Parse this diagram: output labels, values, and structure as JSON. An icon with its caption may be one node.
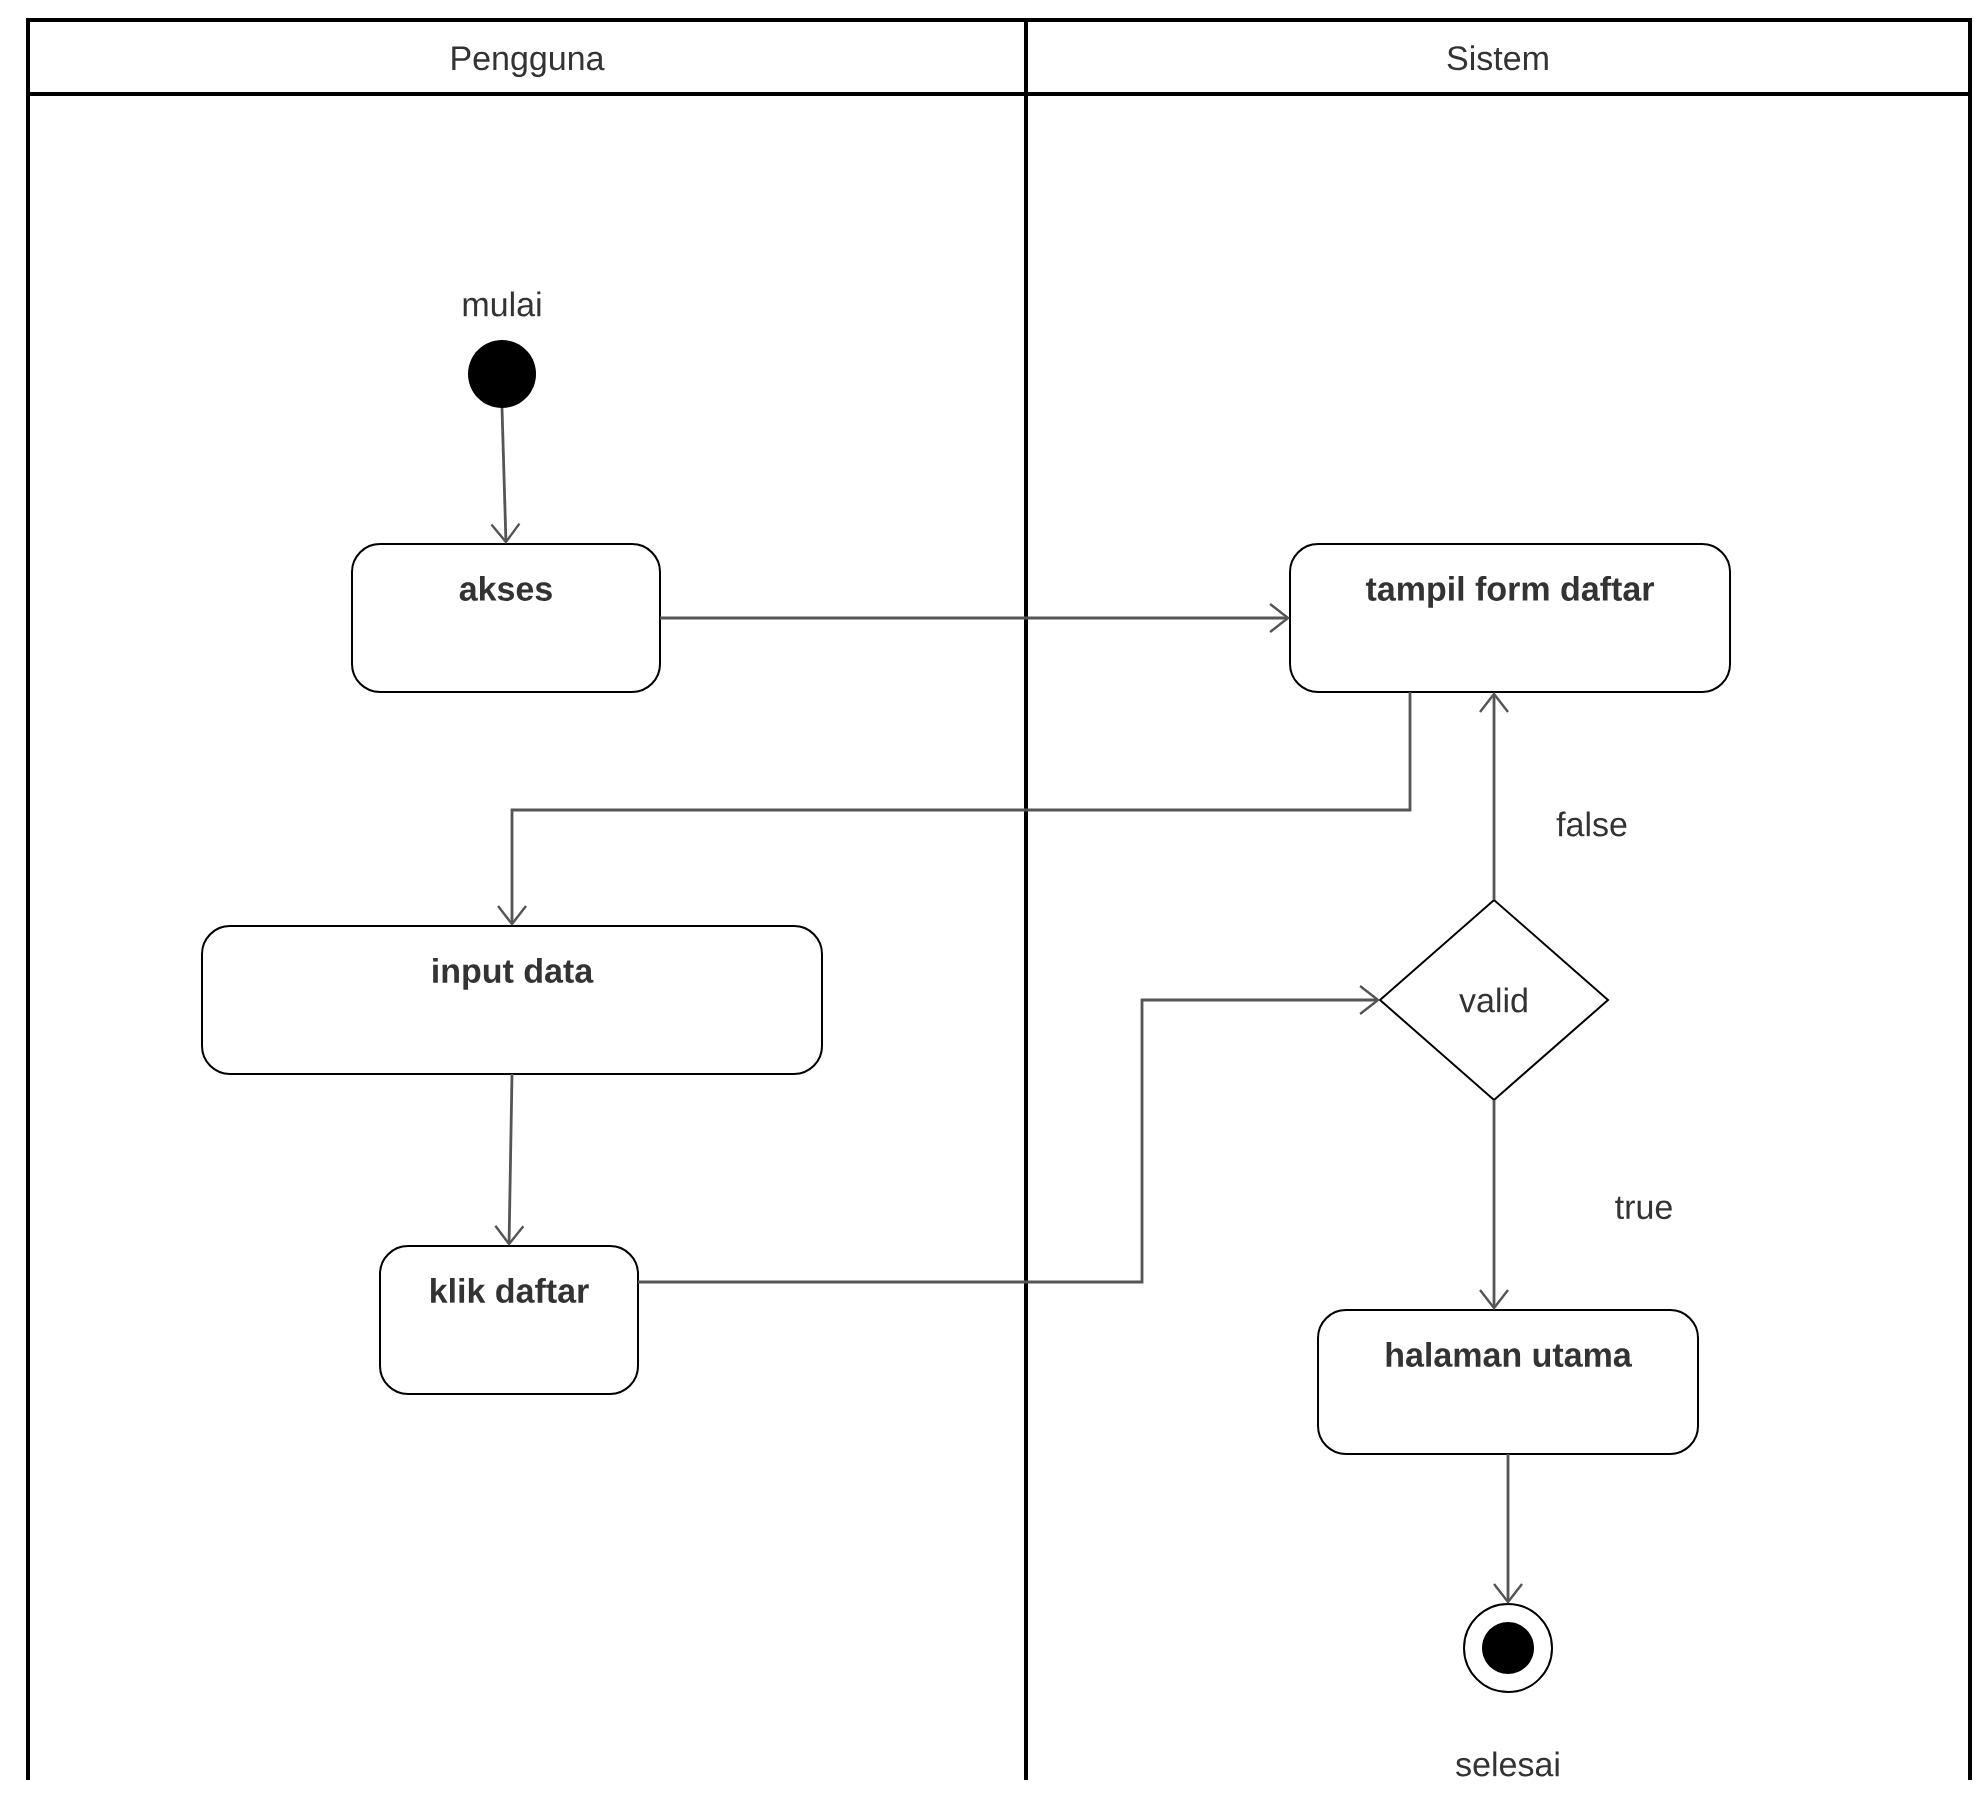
{
  "diagram": {
    "nodes": [
      {
        "text": [
          "Pengguna"
        ]
      },
      {
        "text": [
          "Sistem"
        ]
      },
      {
        "text": [],
        "shape": "circle",
        "beside": [
          "mulai"
        ],
        "in": 0
      },
      {
        "text": [
          "akses"
        ],
        "in": 0
      },
      {
        "text": [
          "tampil form daftar"
        ],
        "in": 1
      },
      {
        "text": [
          "input data"
        ],
        "in": 0
      },
      {
        "text": [
          "klik daftar"
        ],
        "in": 0
      },
      {
        "text": [
          "valid"
        ],
        "in": 1
      },
      {
        "text": [
          "halaman utama"
        ],
        "in": 1
      },
      {
        "text": [],
        "shape": "circle",
        "beside": [
          "selesai"
        ],
        "in": 1
      }
    ],
    "edges": [
      {
        "from": 2,
        "to": 3,
        "arrow": "to"
      },
      {
        "from": 3,
        "to": 4,
        "arrow": "to"
      },
      {
        "from": 4,
        "to": 5,
        "arrow": "to"
      },
      {
        "from": 5,
        "to": 6,
        "arrow": "to"
      },
      {
        "from": 6,
        "to": 7,
        "arrow": "to"
      },
      {
        "from": 7,
        "to": 4,
        "arrow": "to",
        "label": "false"
      },
      {
        "from": 7,
        "to": 8,
        "arrow": "to",
        "label": "true"
      },
      {
        "from": 8,
        "to": 9,
        "arrow": "to"
      }
    ]
  }
}
